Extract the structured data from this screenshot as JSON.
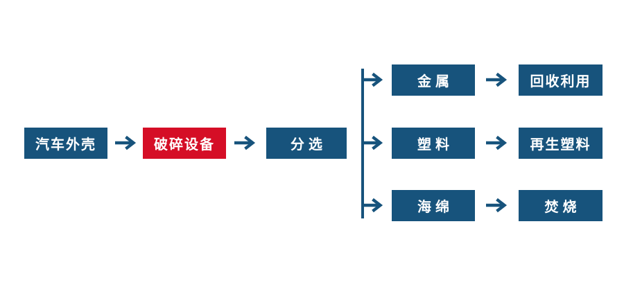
{
  "flowchart": {
    "colors": {
      "node_blue": "#17537C",
      "node_red": "#D50E26",
      "arrow_blue": "#17537C",
      "background": "#FFFFFF",
      "text": "#FFFFFF"
    },
    "main_flow": [
      {
        "label": "汽车外壳",
        "variant": "blue"
      },
      {
        "label": "破碎设备",
        "variant": "red"
      },
      {
        "label": "分选",
        "variant": "blue"
      }
    ],
    "branches": [
      {
        "material": "金属",
        "disposal": "回收利用"
      },
      {
        "material": "塑料",
        "disposal": "再生塑料"
      },
      {
        "material": "海绵",
        "disposal": "焚烧"
      }
    ]
  }
}
